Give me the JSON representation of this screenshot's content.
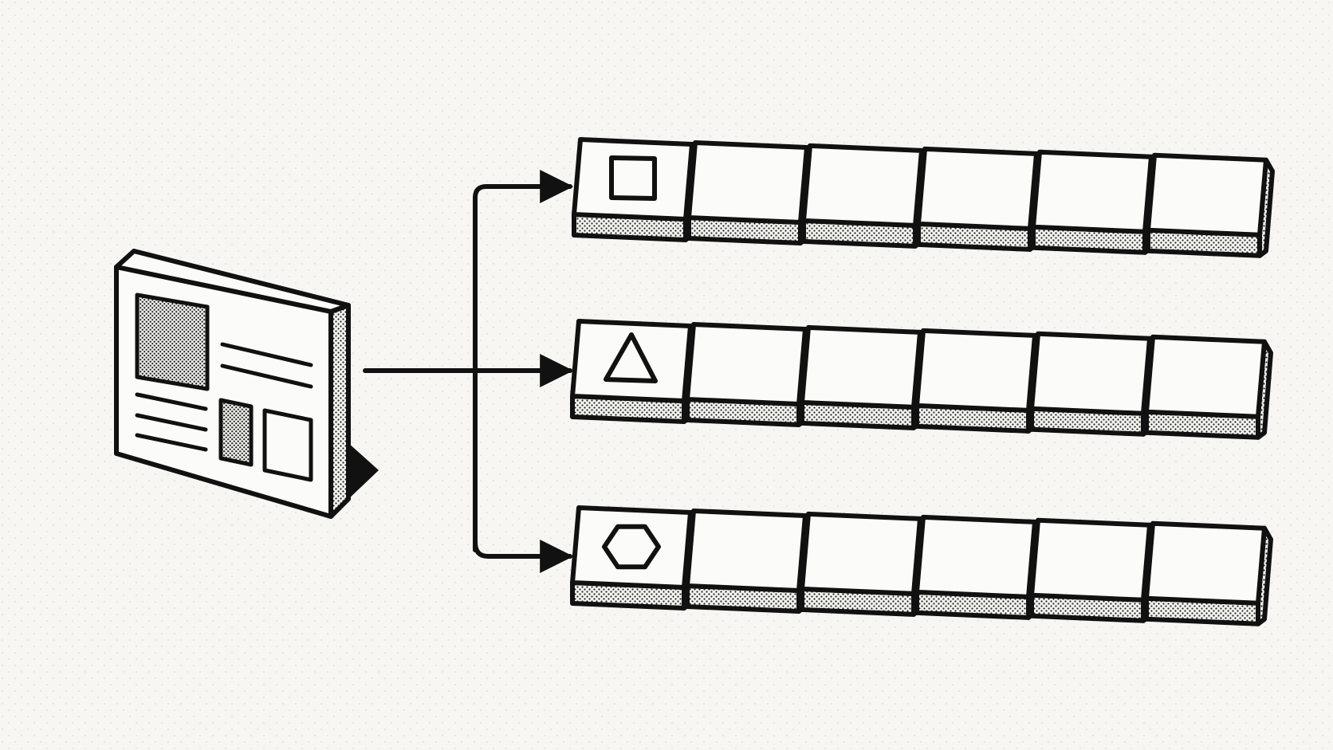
{
  "diagram": {
    "colors": {
      "background": "#f7f6f2",
      "ink": "#111111",
      "face": "#fbfbf9"
    },
    "source": {
      "icon": "document-panel-icon"
    },
    "rows": [
      {
        "first_symbol": "square-icon",
        "token_count": 6
      },
      {
        "first_symbol": "triangle-icon",
        "token_count": 6
      },
      {
        "first_symbol": "hexagon-icon",
        "token_count": 6
      }
    ]
  }
}
